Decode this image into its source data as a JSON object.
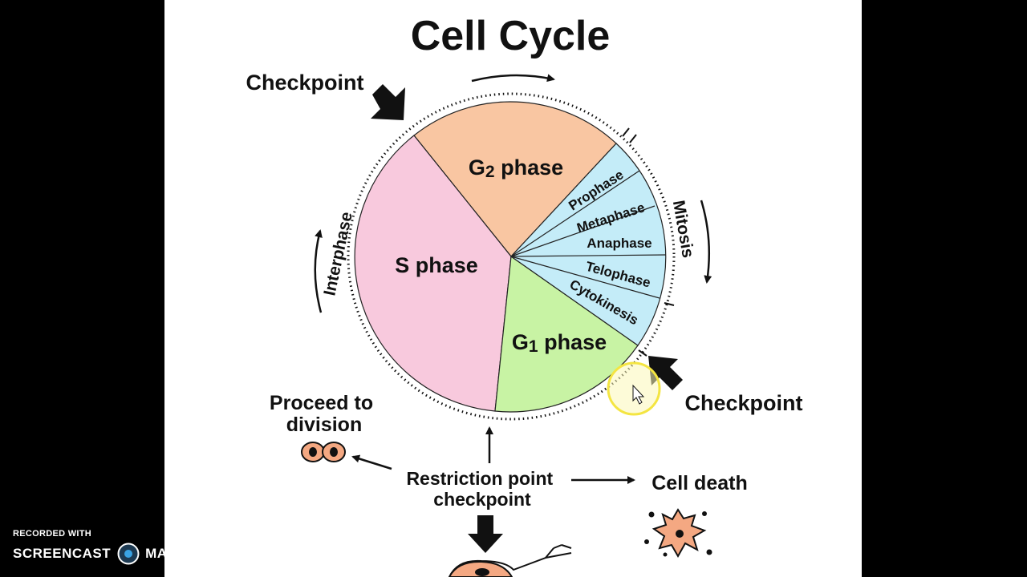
{
  "title": "Cell Cycle",
  "phases": {
    "g2": [
      "G",
      "2",
      " phase"
    ],
    "s": "S phase",
    "g1": [
      "G",
      "1",
      " phase"
    ],
    "mitosis_steps": [
      "Prophase",
      "Metaphase",
      "Anaphase",
      "Telophase",
      "Cytokinesis"
    ]
  },
  "ring_labels": {
    "interphase": "Interphase",
    "mitosis": "Mitosis"
  },
  "checkpoints": {
    "top": "Checkpoint",
    "right": "Checkpoint"
  },
  "outcomes": {
    "proceed": [
      "Proceed to",
      "division"
    ],
    "restriction": [
      "Restriction point",
      "checkpoint"
    ],
    "death": "Cell death"
  },
  "watermark": {
    "line1": "RECORDED WITH",
    "line2a": "SCREENCAST",
    "line2b": "MATIC"
  },
  "colors": {
    "g2": "#f9c6a2",
    "s": "#f8c9dd",
    "g1": "#c8f3a4",
    "mitosis": "#c4ecf8",
    "cell": "#f4a882",
    "cursor_highlight": "#f4e542"
  }
}
